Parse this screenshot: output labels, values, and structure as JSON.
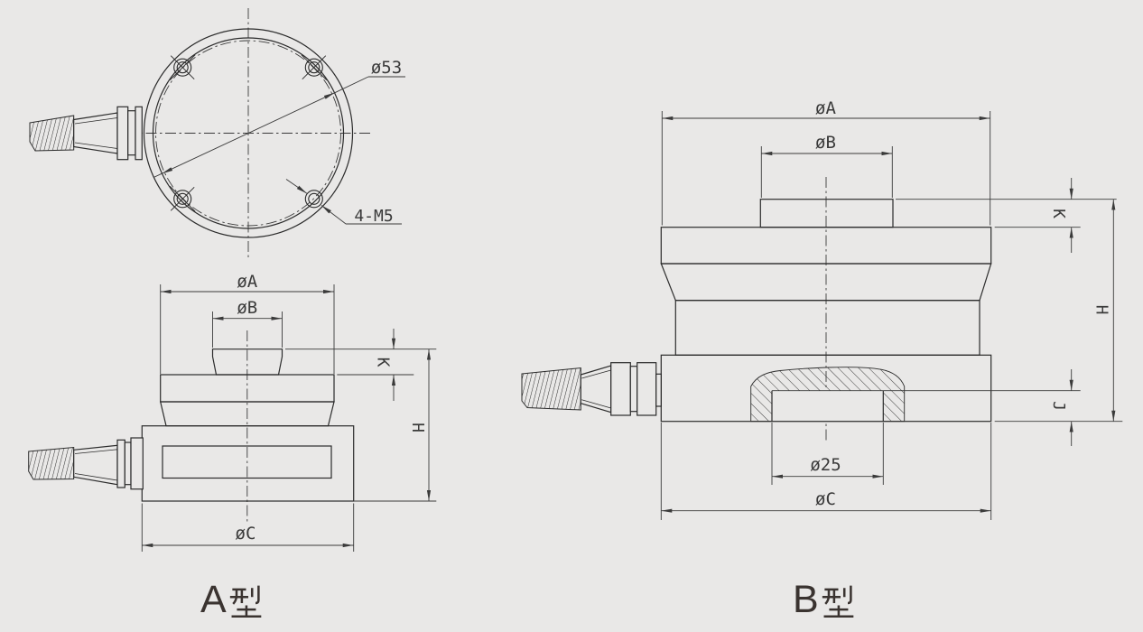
{
  "titles": {
    "type_a": {
      "label": "A型",
      "letter": "A"
    },
    "type_b": {
      "label": "B型",
      "letter": "B"
    }
  },
  "top_view": {
    "labels": {
      "diameter": "ø53",
      "bolt_holes": "4-M5"
    }
  },
  "view_a": {
    "labels": {
      "top_diameter": "øA",
      "boss_diameter": "øB",
      "base_diameter": "øC",
      "boss_height": "K",
      "total_height": "H"
    }
  },
  "view_b": {
    "labels": {
      "top_diameter": "øA",
      "boss_diameter": "øB",
      "pocket_diameter": "ø25",
      "base_diameter": "øC",
      "boss_height": "K",
      "total_height": "H",
      "pocket_depth": "J"
    }
  },
  "colors": {
    "background": "#e9e8e7",
    "object_line": "#2b2b2b",
    "dimension_line": "#3a3a3a",
    "title_text": "#3a3330"
  }
}
